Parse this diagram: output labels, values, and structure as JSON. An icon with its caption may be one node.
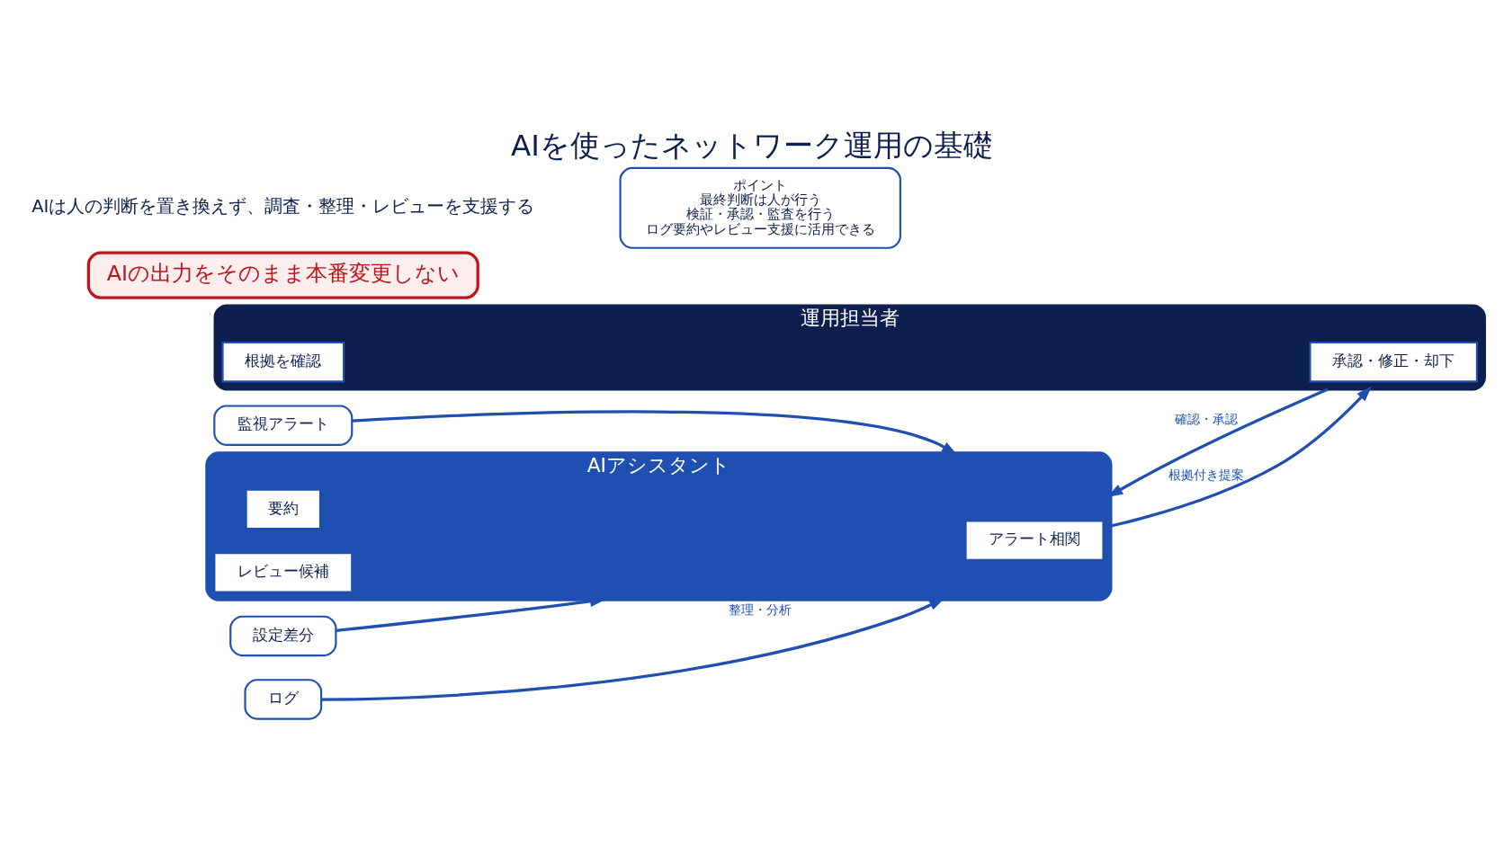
{
  "diagram": {
    "title": "AIを使ったネットワーク運用の基礎",
    "nodes": [
      {
        "text": [
          "監視アラート"
        ]
      },
      {
        "text": [
          "ログ"
        ]
      },
      {
        "text": [
          "設定差分"
        ]
      },
      {
        "text": [
          "AIアシスタント"
        ]
      },
      {
        "text": [
          "要約"
        ],
        "in": 3
      },
      {
        "text": [
          "アラート相関"
        ],
        "in": 3
      },
      {
        "text": [
          "レビュー候補"
        ],
        "in": 3
      },
      {
        "text": [
          "運用担当者"
        ]
      },
      {
        "text": [
          "根拠を確認"
        ],
        "in": 7
      },
      {
        "text": [
          "承認・修正・却下"
        ],
        "in": 7
      },
      {
        "text": [
          "AIの出力をそのまま本番変更しない"
        ]
      },
      {
        "text": [
          "ポイント",
          "最終判断は人が行う",
          "検証・承認・監査を行う",
          "ログ要約やレビュー支援に活用できる"
        ]
      }
    ],
    "edges": [
      {
        "from": 0,
        "to": 3,
        "arrow": "to"
      },
      {
        "from": 1,
        "to": 3,
        "label": "整理・分析",
        "arrow": "to"
      },
      {
        "from": 2,
        "to": 3,
        "arrow": "to"
      },
      {
        "from": 3,
        "to": 7,
        "label": "根拠付き提案",
        "arrow": "to"
      },
      {
        "from": 7,
        "to": 3,
        "label": "確認・承認",
        "arrow": "to"
      }
    ],
    "labels": [
      "AIは人の判断を置き換えず、調査・整理・レビューを支援する"
    ]
  }
}
